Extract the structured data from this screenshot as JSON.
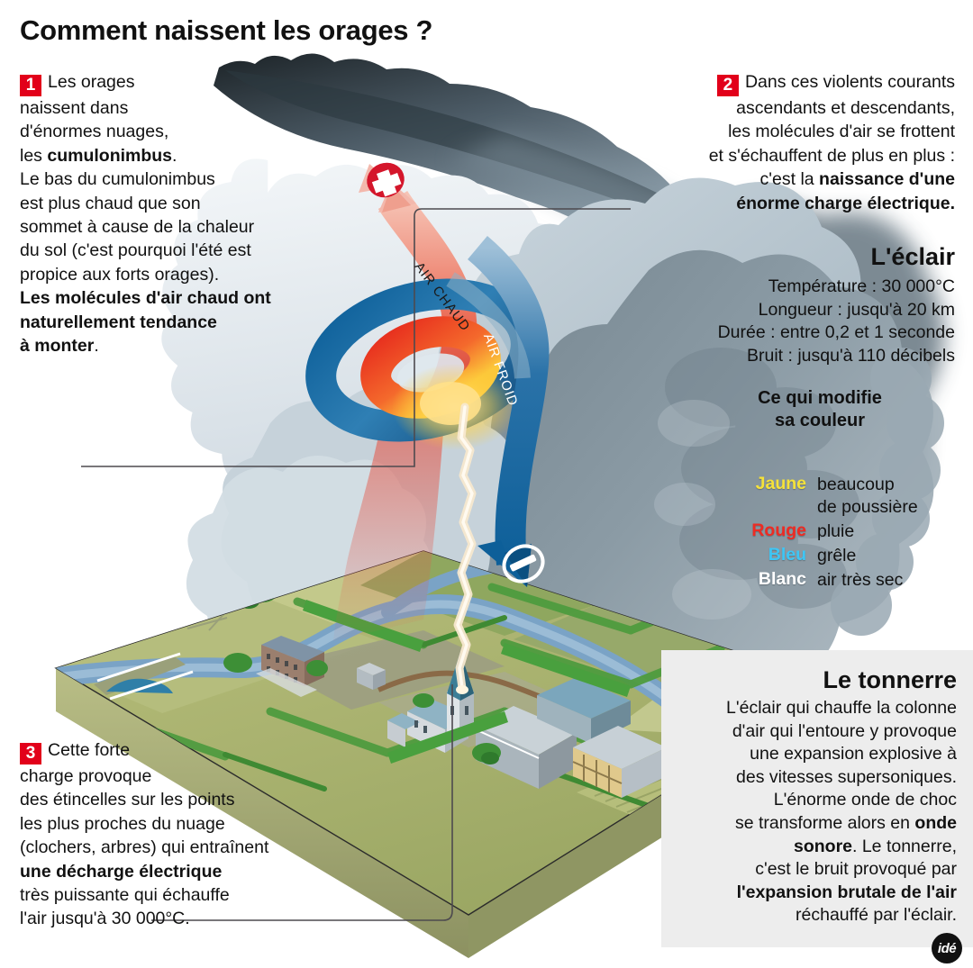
{
  "title": "Comment naissent les orages ?",
  "blocks": {
    "one": {
      "number": "1",
      "html": "Les orages<br>naissent dans<br>d'énormes nuages,<br>les <b>cumulonimbus</b>.<br>Le bas du cumulonimbus<br>est plus chaud que son<br>sommet à cause de la chaleur<br>du sol (c'est pourquoi l'été est<br>propice aux forts orages).<br><b>Les molécules d'air chaud ont<br>naturellement tendance<br>à monter</b>.",
      "plain": "Les orages naissent dans d'énormes nuages, les cumulonimbus. Le bas du cumulonimbus est plus chaud que son sommet à cause de la chaleur du sol (c'est pourquoi l'été est propice aux forts orages). Les molécules d'air chaud ont naturellement tendance à monter."
    },
    "two": {
      "number": "2",
      "html": "Dans ces violents courants<br>ascendants et descendants,<br>les molécules d'air se frottent<br>et s'échauffent de plus en plus :<br>c'est la <b>naissance d'une<br>énorme charge électrique.</b>",
      "plain": "Dans ces violents courants ascendants et descendants, les molécules d'air se frottent et s'échauffent de plus en plus : c'est la naissance d'une énorme charge électrique."
    },
    "three": {
      "number": "3",
      "html": "Cette forte<br>charge provoque<br>des étincelles sur les points<br>les plus proches du nuage<br>(clochers, arbres) qui entraînent<br><b>une décharge électrique</b><br>très puissante qui échauffe<br>l'air jusqu'à 30 000°C.",
      "plain": "Cette forte charge provoque des étincelles sur les points les plus proches du nuage (clochers, arbres) qui entraînent une décharge électrique très puissante qui échauffe l'air jusqu'à 30 000°C."
    }
  },
  "eclair": {
    "heading": "L'éclair",
    "lines": [
      "Température : 30 000°C",
      "Longueur : jusqu'à 20 km",
      "Durée : entre 0,2 et 1 seconde",
      "Bruit : jusqu'à 110 décibels"
    ]
  },
  "color_section": {
    "heading_line1": "Ce qui modifie",
    "heading_line2": "sa couleur",
    "rows": [
      {
        "key": "Jaune",
        "value": "beaucoup<br>de poussière",
        "value_plain": "beaucoup de poussière",
        "hex": "#f5e23a"
      },
      {
        "key": "Rouge",
        "value": "pluie",
        "value_plain": "pluie",
        "hex": "#ee2b23"
      },
      {
        "key": "Bleu",
        "value": "grêle",
        "value_plain": "grêle",
        "hex": "#3ec6f5"
      },
      {
        "key": "Blanc",
        "value": "air très sec",
        "value_plain": "air très sec",
        "hex": "#ffffff"
      }
    ]
  },
  "tonnerre": {
    "heading": "Le tonnerre",
    "html": "L'éclair qui chauffe la colonne<br>d'air qui l'entoure y provoque<br>une expansion explosive à<br>des vitesses supersoniques.<br>L'énorme onde de choc<br>se transforme alors en <b>onde<br>sonore</b>. Le tonnerre,<br>c'est le bruit provoqué par<br><b>l'expansion brutale de l'air</b><br>réchauffé par l'éclair.",
    "plain": "L'éclair qui chauffe la colonne d'air qui l'entoure y provoque une expansion explosive à des vitesses supersoniques. L'énorme onde de choc se transforme alors en onde sonore. Le tonnerre, c'est le bruit provoqué par l'expansion brutale de l'air réchauffé par l'éclair."
  },
  "diagram_labels": {
    "air_chaud": "AIR CHAUD",
    "air_froid": "AIR FROID",
    "plus_symbol": "+",
    "minus_symbol": "−"
  },
  "logo": {
    "text": "idé"
  },
  "colors": {
    "accent_red": "#e2001a",
    "warm_arrow": "#e8544a",
    "cold_arrow": "#0d5f99",
    "panel_bg": "#ededed",
    "cloud_light": "#dde4ea",
    "cloud_dark": "#55656f",
    "ground_green": "#a8b06a",
    "water_blue": "#6f9ec4"
  }
}
